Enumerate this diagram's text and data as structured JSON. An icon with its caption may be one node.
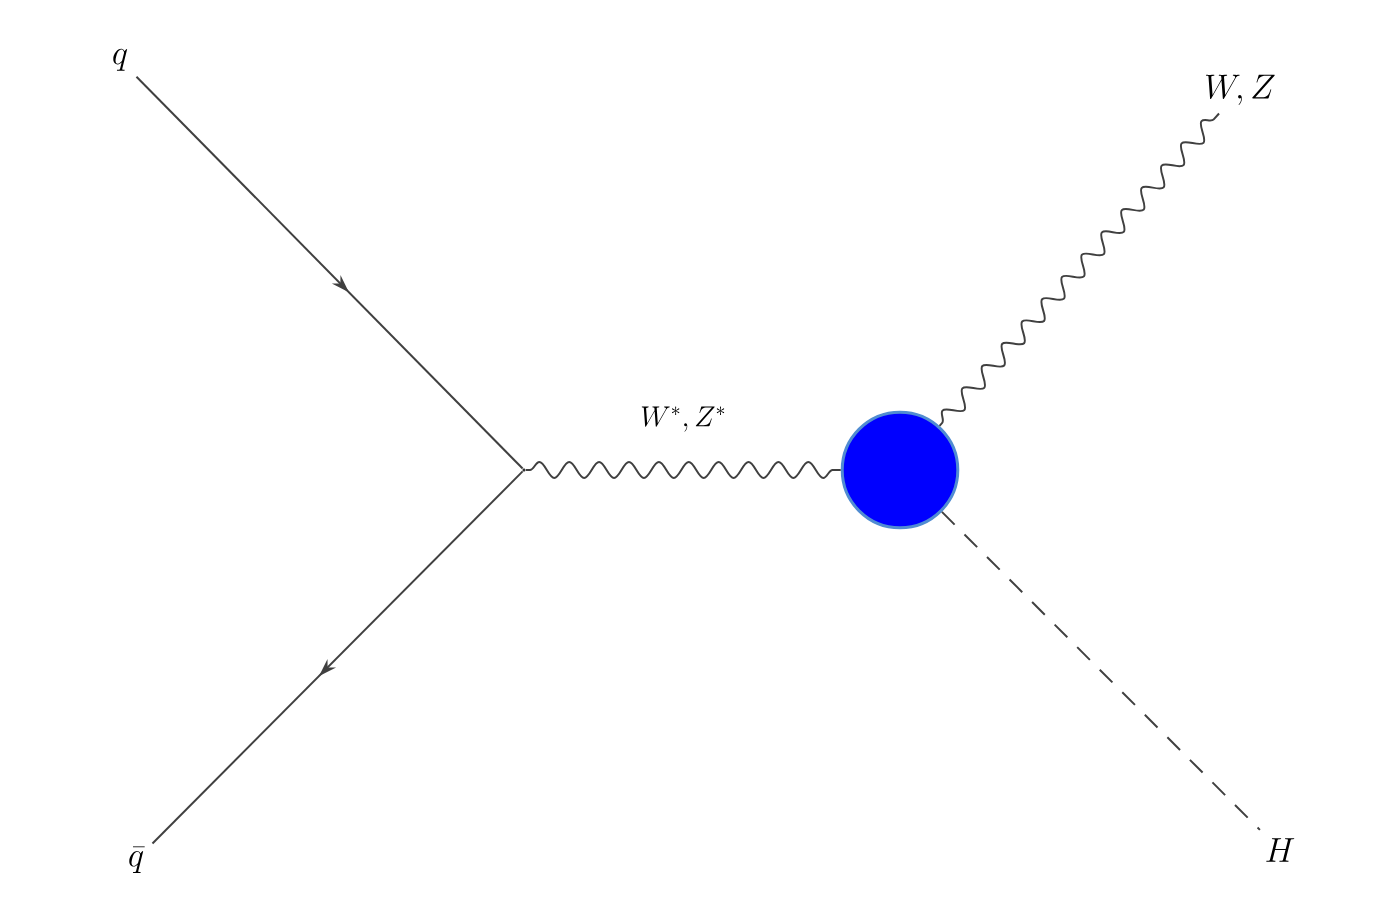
{
  "diagram": {
    "nodes": [
      {
        "text": [
          "q"
        ]
      },
      {
        "text": [
          "\\bar{q}"
        ]
      },
      {
        "text": [],
        "shape": "point"
      },
      {
        "text": [],
        "shape": "circle"
      },
      {
        "text": [
          "W, Z"
        ]
      },
      {
        "text": [
          "H"
        ]
      }
    ],
    "edges": [
      {
        "from": 0,
        "to": 2,
        "arrow": "to"
      },
      {
        "from": 2,
        "to": 1,
        "arrow": "to"
      },
      {
        "from": 2,
        "to": 3,
        "arrow": "none",
        "label": "W^{*}, Z^{*}"
      },
      {
        "from": 3,
        "to": 4,
        "arrow": "none"
      },
      {
        "from": 3,
        "to": 5,
        "arrow": "none",
        "style": "dashed"
      }
    ]
  }
}
